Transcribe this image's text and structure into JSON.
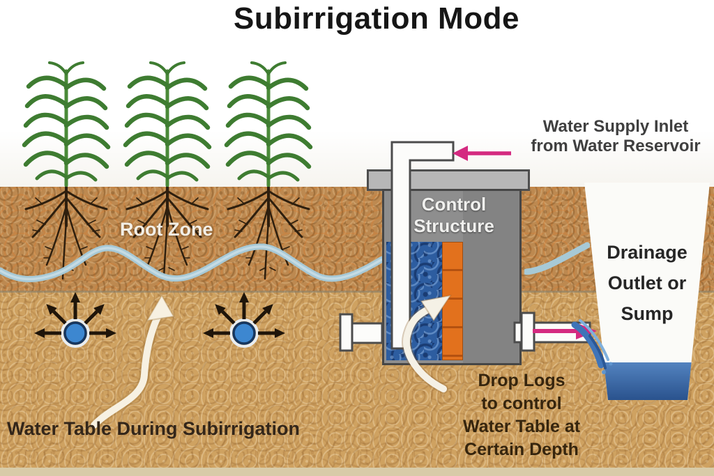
{
  "title": "Subirrigation Mode",
  "labels": {
    "root_zone": "Root Zone",
    "water_table": "Water Table During Subirrigation",
    "control_structure": [
      "Control",
      "Structure"
    ],
    "water_supply_inlet": [
      "Water Supply Inlet",
      "from Water Reservoir"
    ],
    "drainage_outlet": [
      "Drainage",
      "Outlet or",
      "Sump"
    ],
    "drop_logs": [
      "Drop Logs",
      "to control",
      "Water Table at",
      "Certain Depth"
    ]
  },
  "icons": {
    "supply_arrow": "magenta-arrow-left",
    "outlet_arrow": "magenta-arrow-right",
    "water_rise_arrow": "white-curved-arrow-up",
    "drop_logs_pointer": "white-curved-arrow",
    "seepage_arrows": "black-radial-arrows",
    "drain_pipe": "blue-circle-pipe",
    "plant": "corn-plant",
    "roots": "root-cluster"
  },
  "colors": {
    "arrow_magenta": "#d42a80",
    "water_table_line": "#a7c9d6",
    "structure_water": "#2d5da0",
    "drop_logs_orange": "#e2711d",
    "drain_pipe_blue": "#3d87d0",
    "sump_water": "#3a6cb0",
    "soil": "#cfa261",
    "root_zone_soil": "#bd8950",
    "structure_gray": "#8e8e8e"
  }
}
